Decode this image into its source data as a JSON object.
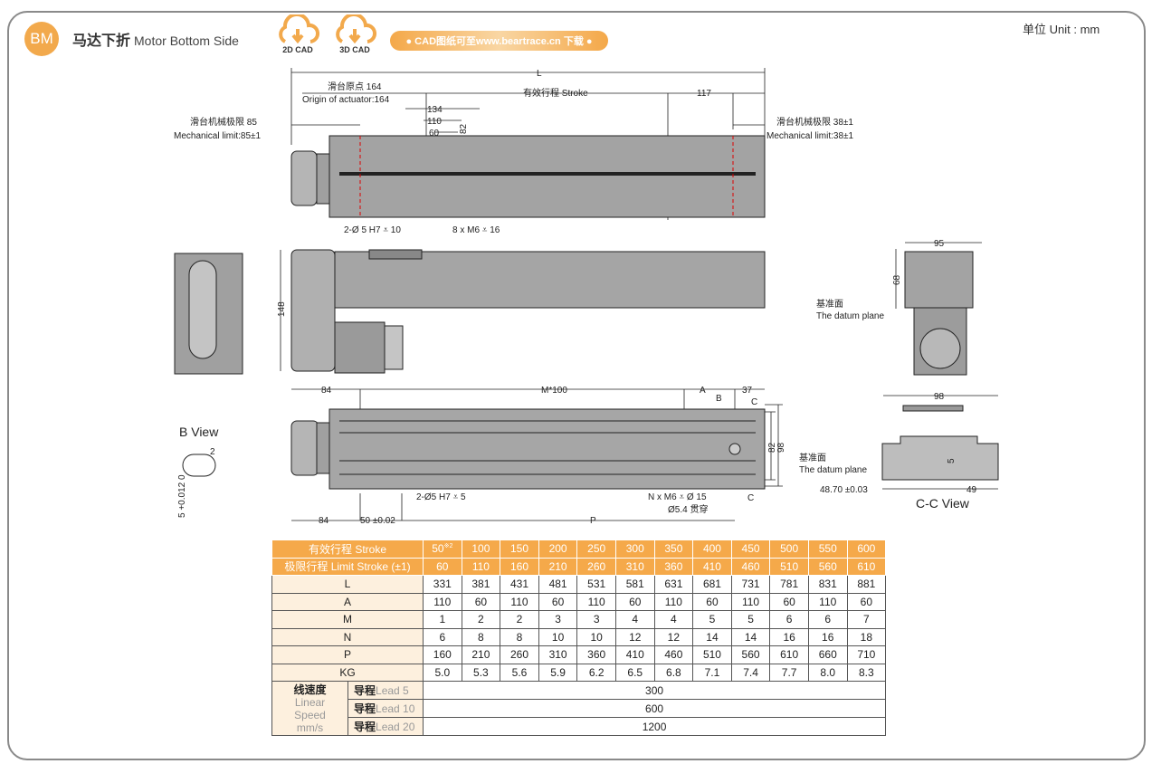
{
  "header": {
    "badge": "BM",
    "title_cn": "马达下折",
    "title_en": "Motor Bottom Side",
    "cad2d": "2D CAD",
    "cad3d": "3D CAD",
    "download": "● CAD图纸可至www.beartrace.cn 下载 ●",
    "unit": "单位 Unit : mm"
  },
  "drawing": {
    "L": "L",
    "origin_cn": "滑台原点 164",
    "origin_en": "Origin of actuator:164",
    "stroke": "有效行程 Stroke",
    "d117": "117",
    "d134": "134",
    "d110": "110",
    "d60": "60",
    "d82": "82",
    "mech_left_cn": "滑台机械极限 85",
    "mech_left_en": "Mechanical limit:85±1",
    "mech_right_cn": "滑台机械极限 38±1",
    "mech_right_en": "Mechanical limit:38±1",
    "hole1": "2-Ø 5 H7 ⩡ 10",
    "hole2": "8 x M6 ⩡ 16",
    "d148": "148",
    "d95": "95",
    "d68": "68",
    "datum_cn": "基准面",
    "datum_en": "The datum plane",
    "d84a": "84",
    "m100": "M*100",
    "A": "A",
    "d37": "37",
    "B": "B",
    "C": "C",
    "d82b": "82",
    "d98": "98",
    "hole3": "2-Ø5 H7 ⩡ 5",
    "hole4": "N x M6 ⩡ Ø 15",
    "hole5": "Ø5.4 贯穿",
    "d84b": "84",
    "d50": "50 ±0.02",
    "P": "P",
    "bview": "B View",
    "b2": "2",
    "b5": "5 +0.012 0",
    "d98b": "98",
    "d5": "5",
    "d4870": "48.70 ±0.03",
    "d49": "49",
    "ccview": "C-C View"
  },
  "table": {
    "stroke_label": "有效行程 Stroke",
    "stroke": [
      "50",
      "100",
      "150",
      "200",
      "250",
      "300",
      "350",
      "400",
      "450",
      "500",
      "550",
      "600"
    ],
    "stroke_note": "※2",
    "limit_label": "极限行程 Limit Stroke (±1)",
    "limit": [
      "60",
      "110",
      "160",
      "210",
      "260",
      "310",
      "360",
      "410",
      "460",
      "510",
      "560",
      "610"
    ],
    "rows": [
      {
        "label": "L",
        "values": [
          "331",
          "381",
          "431",
          "481",
          "531",
          "581",
          "631",
          "681",
          "731",
          "781",
          "831",
          "881"
        ]
      },
      {
        "label": "A",
        "values": [
          "110",
          "60",
          "110",
          "60",
          "110",
          "60",
          "110",
          "60",
          "110",
          "60",
          "110",
          "60"
        ]
      },
      {
        "label": "M",
        "values": [
          "1",
          "2",
          "2",
          "3",
          "3",
          "4",
          "4",
          "5",
          "5",
          "6",
          "6",
          "7"
        ]
      },
      {
        "label": "N",
        "values": [
          "6",
          "8",
          "8",
          "10",
          "10",
          "12",
          "12",
          "14",
          "14",
          "16",
          "16",
          "18"
        ]
      },
      {
        "label": "P",
        "values": [
          "160",
          "210",
          "260",
          "310",
          "360",
          "410",
          "460",
          "510",
          "560",
          "610",
          "660",
          "710"
        ]
      },
      {
        "label": "KG",
        "values": [
          "5.0",
          "5.3",
          "5.6",
          "5.9",
          "6.2",
          "6.5",
          "6.8",
          "7.1",
          "7.4",
          "7.7",
          "8.0",
          "8.3"
        ]
      }
    ],
    "speed_cn": "线速度",
    "speed_en1": "Linear",
    "speed_en2": "Speed",
    "speed_unit": "mm/s",
    "leads": [
      {
        "cn": "导程",
        "en": "Lead 5",
        "value": "300"
      },
      {
        "cn": "导程",
        "en": "Lead 10",
        "value": "600"
      },
      {
        "cn": "导程",
        "en": "Lead 20",
        "value": "1200"
      }
    ]
  }
}
